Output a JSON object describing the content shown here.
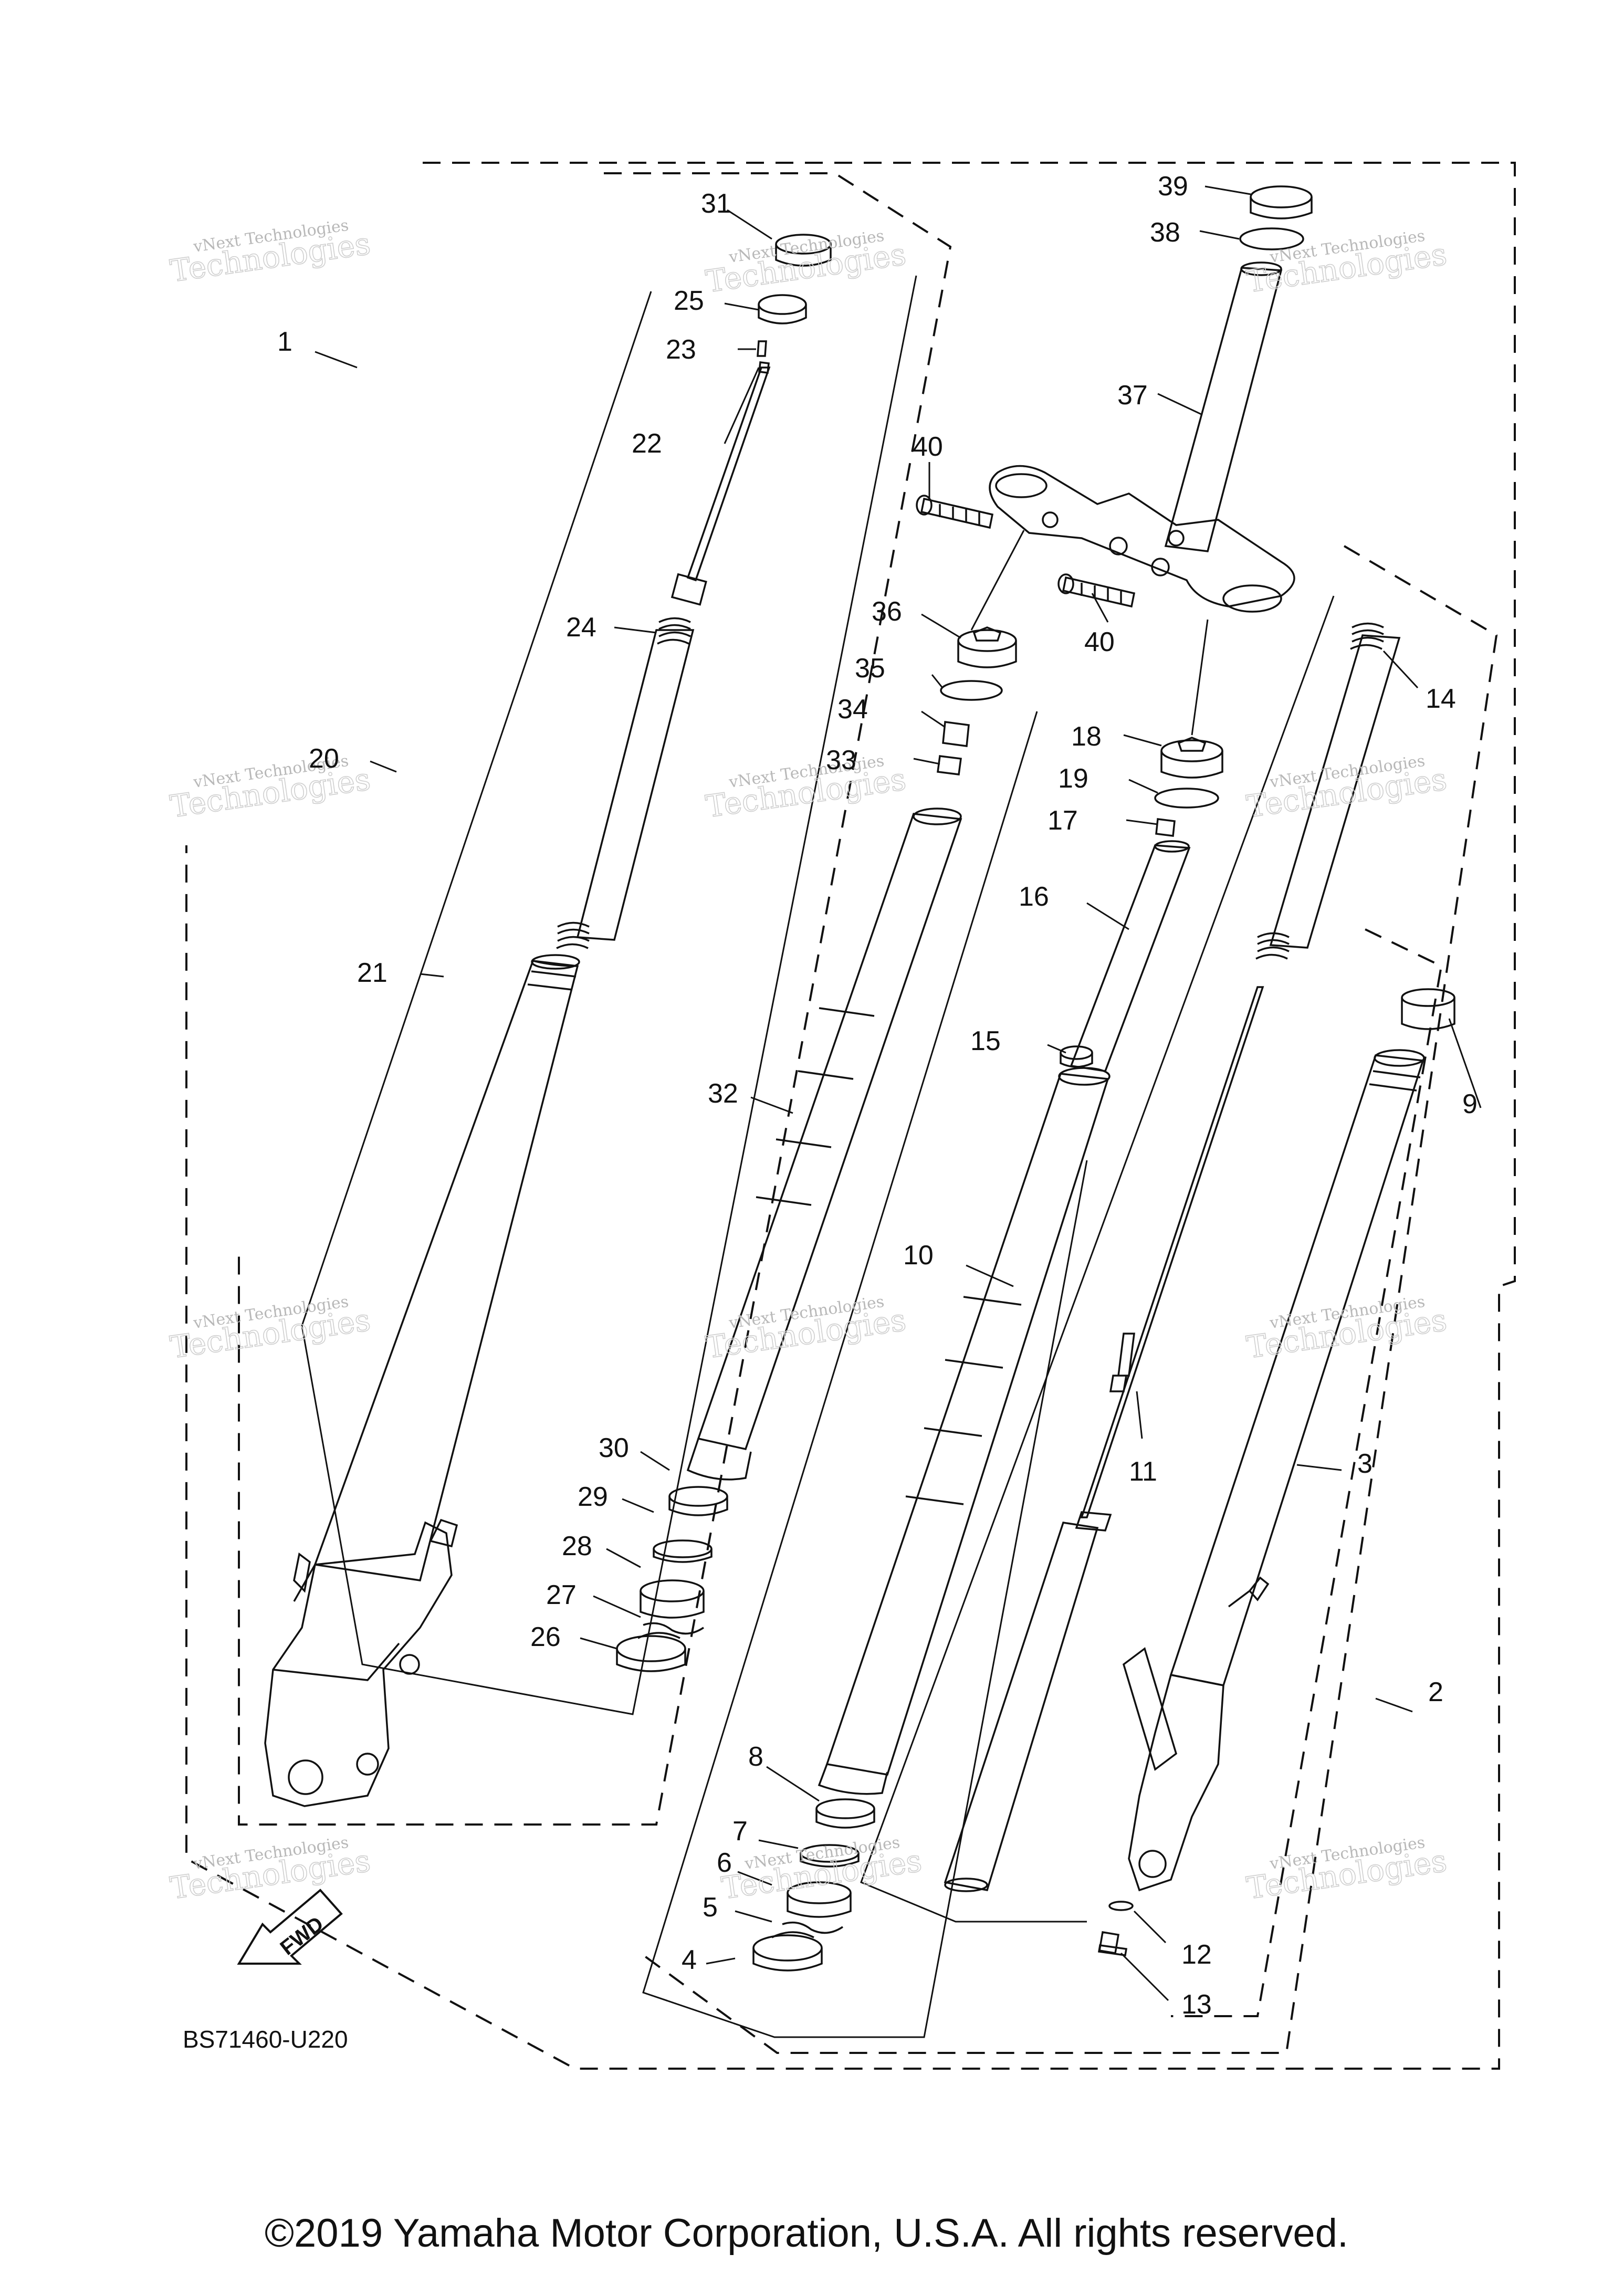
{
  "diagram": {
    "drawing_code": "BS71460-U220",
    "fwd_label": "FWD",
    "copyright": "©2019 Yamaha Motor Corporation, U.S.A. All rights reserved.",
    "watermark": {
      "line1": "vNext Technologies",
      "line2": "Technologies"
    },
    "part_numbers": [
      "1",
      "2",
      "3",
      "4",
      "5",
      "6",
      "7",
      "8",
      "9",
      "10",
      "11",
      "12",
      "13",
      "14",
      "15",
      "16",
      "17",
      "18",
      "19",
      "20",
      "21",
      "22",
      "23",
      "24",
      "25",
      "26",
      "27",
      "28",
      "29",
      "30",
      "31",
      "32",
      "33",
      "34",
      "35",
      "36",
      "37",
      "38",
      "39",
      "40",
      "40"
    ]
  }
}
